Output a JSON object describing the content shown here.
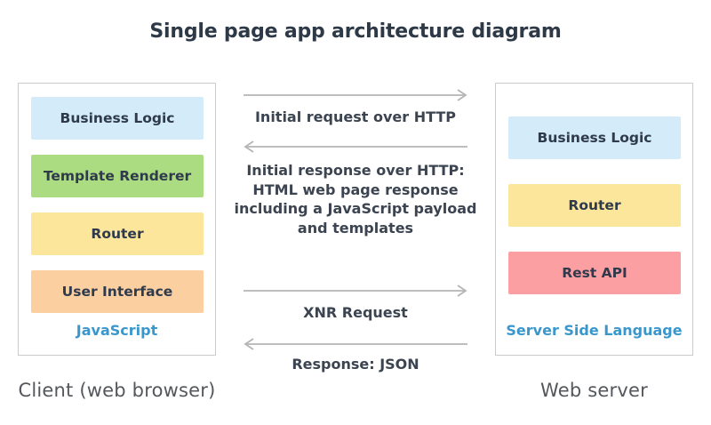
{
  "title": "Single page app architecture diagram",
  "colors": {
    "blue_box": "#d4ebf9",
    "green_box": "#abdc82",
    "yellow_box": "#fbe69b",
    "orange_box": "#fbcf9f",
    "pink_box": "#fc9fa3",
    "accent_blue": "#3a97cd",
    "arrow_gray": "#b5b5b5",
    "title_text": "#2e3948",
    "layer_text": "#2f3a4c",
    "message_text": "#3b4450",
    "caption_text": "#54575b",
    "panel_border": "#cbcbcb"
  },
  "client": {
    "caption": "Client (web browser)",
    "language_label": "JavaScript",
    "layers": [
      {
        "label": "Business Logic",
        "color": "#d4ebf9"
      },
      {
        "label": "Template Renderer",
        "color": "#abdc82"
      },
      {
        "label": "Router",
        "color": "#fbe69b"
      },
      {
        "label": "User Interface",
        "color": "#fbcf9f"
      }
    ]
  },
  "server": {
    "caption": "Web server",
    "language_label": "Server Side Language",
    "layers": [
      {
        "label": "Business Logic",
        "color": "#d4ebf9"
      },
      {
        "label": "Router",
        "color": "#fbe69b"
      },
      {
        "label": "Rest API",
        "color": "#fc9fa3"
      }
    ]
  },
  "messages": [
    {
      "direction": "right",
      "label": "Initial request over HTTP"
    },
    {
      "direction": "left",
      "lines": [
        "Initial response over HTTP:",
        "HTML web page response",
        "including a JavaScript payload",
        "and templates"
      ]
    },
    {
      "direction": "right",
      "label": "XNR Request"
    },
    {
      "direction": "left",
      "label": "Response: JSON"
    }
  ]
}
